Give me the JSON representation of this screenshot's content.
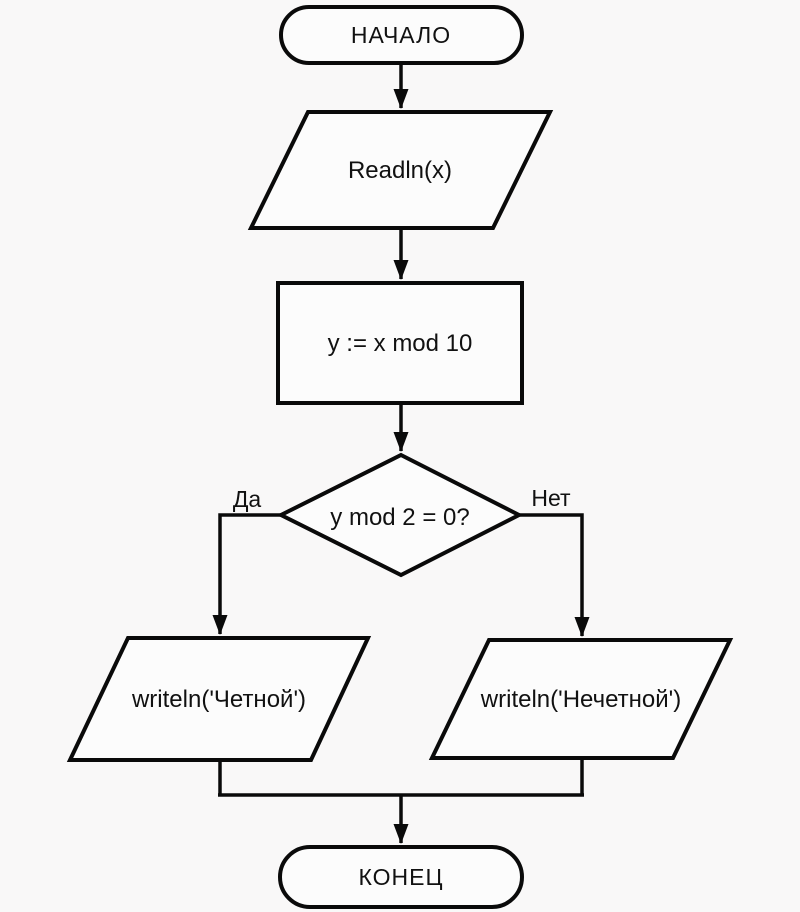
{
  "diagram": {
    "background_color": "#f9f8f8",
    "shape_fill_color": "#fcfcfc",
    "stroke_color": "#0a0a0a",
    "nodes": {
      "start": {
        "type": "terminator",
        "label": "НАЧАЛО"
      },
      "input": {
        "type": "io",
        "label": "Readln(x)"
      },
      "process": {
        "type": "process",
        "label": "y := x mod 10"
      },
      "decision": {
        "type": "decision",
        "label": "y mod 2 = 0?"
      },
      "output_even": {
        "type": "io",
        "label": "writeln('Четной')"
      },
      "output_odd": {
        "type": "io",
        "label": "writeln('Нечетной')"
      },
      "end": {
        "type": "terminator",
        "label": "КОНЕЦ"
      }
    },
    "branch_labels": {
      "yes": "Да",
      "no": "Нет"
    },
    "edges": [
      {
        "from": "start",
        "to": "input"
      },
      {
        "from": "input",
        "to": "process"
      },
      {
        "from": "process",
        "to": "decision"
      },
      {
        "from": "decision",
        "to": "output_even",
        "label": "Да"
      },
      {
        "from": "decision",
        "to": "output_odd",
        "label": "Нет"
      },
      {
        "from": "output_even",
        "to": "end"
      },
      {
        "from": "output_odd",
        "to": "end"
      }
    ]
  }
}
